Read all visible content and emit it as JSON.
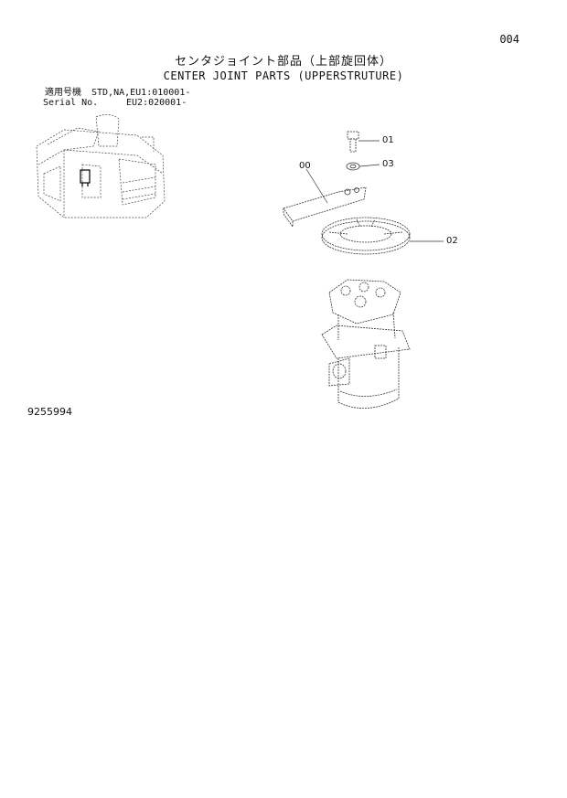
{
  "page_number": "004",
  "title_jp": "センタジョイント部品（上部旋回体）",
  "title_en": "CENTER JOINT PARTS (UPPERSTRUTURE)",
  "serial": {
    "label_jp": "適用号機",
    "label_en": "Serial No.",
    "value_line1": "STD,NA,EU1:010001-",
    "value_line2": "EU2:020001-"
  },
  "callouts": {
    "c01": "01",
    "c03": "03",
    "c00": "00",
    "c02": "02"
  },
  "document_id": "9255994"
}
